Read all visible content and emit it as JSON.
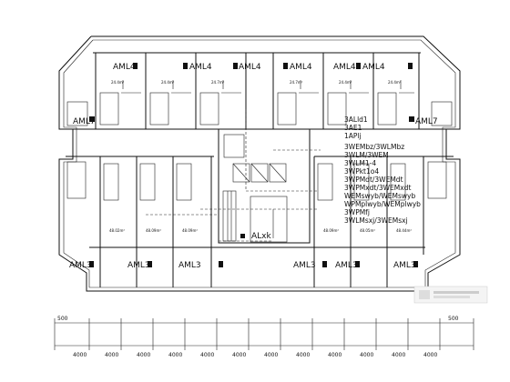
{
  "panels": {
    "top": [
      "AML4",
      "AML4",
      "AML4",
      "AML4",
      "AML4",
      "AML4"
    ],
    "mid_left": "AML7",
    "mid_right": "AML7",
    "bottom": [
      "AML3",
      "AML3",
      "AML3",
      "AML3",
      "AML3",
      "AML3"
    ],
    "elevator": "ALxk"
  },
  "distribution_list": [
    "3ALld1",
    "3AE1",
    "1APlj",
    "3WEMbz/3WLMbz",
    "3WLM/3WEM",
    "3WLM1-4",
    "3WPkt1o4",
    "3WPMdt/3WEMdt",
    "3WPMxdt/3WEMxdt",
    "WEMswyb/WEMswyb",
    "WPMplwyb/WEMplwyb",
    "3WPMfj",
    "3WLMsxj/3WEMsxj"
  ],
  "room_labels": {
    "top": [
      "24.4m²",
      "24.4m²",
      "24.7m²",
      "24.7m²",
      "24.4m²",
      "24.4m²"
    ],
    "bottom": [
      "48.02m²",
      "48.09m²",
      "48.09m²",
      "48.09m²",
      "48.05m²",
      "48.44m²"
    ]
  },
  "dimensions": {
    "segments": [
      "4000",
      "4000",
      "4000",
      "4000",
      "4000",
      "4000",
      "4000",
      "4000",
      "4000",
      "4000",
      "4000",
      "4000"
    ],
    "end_left": "500",
    "end_right": "500"
  }
}
